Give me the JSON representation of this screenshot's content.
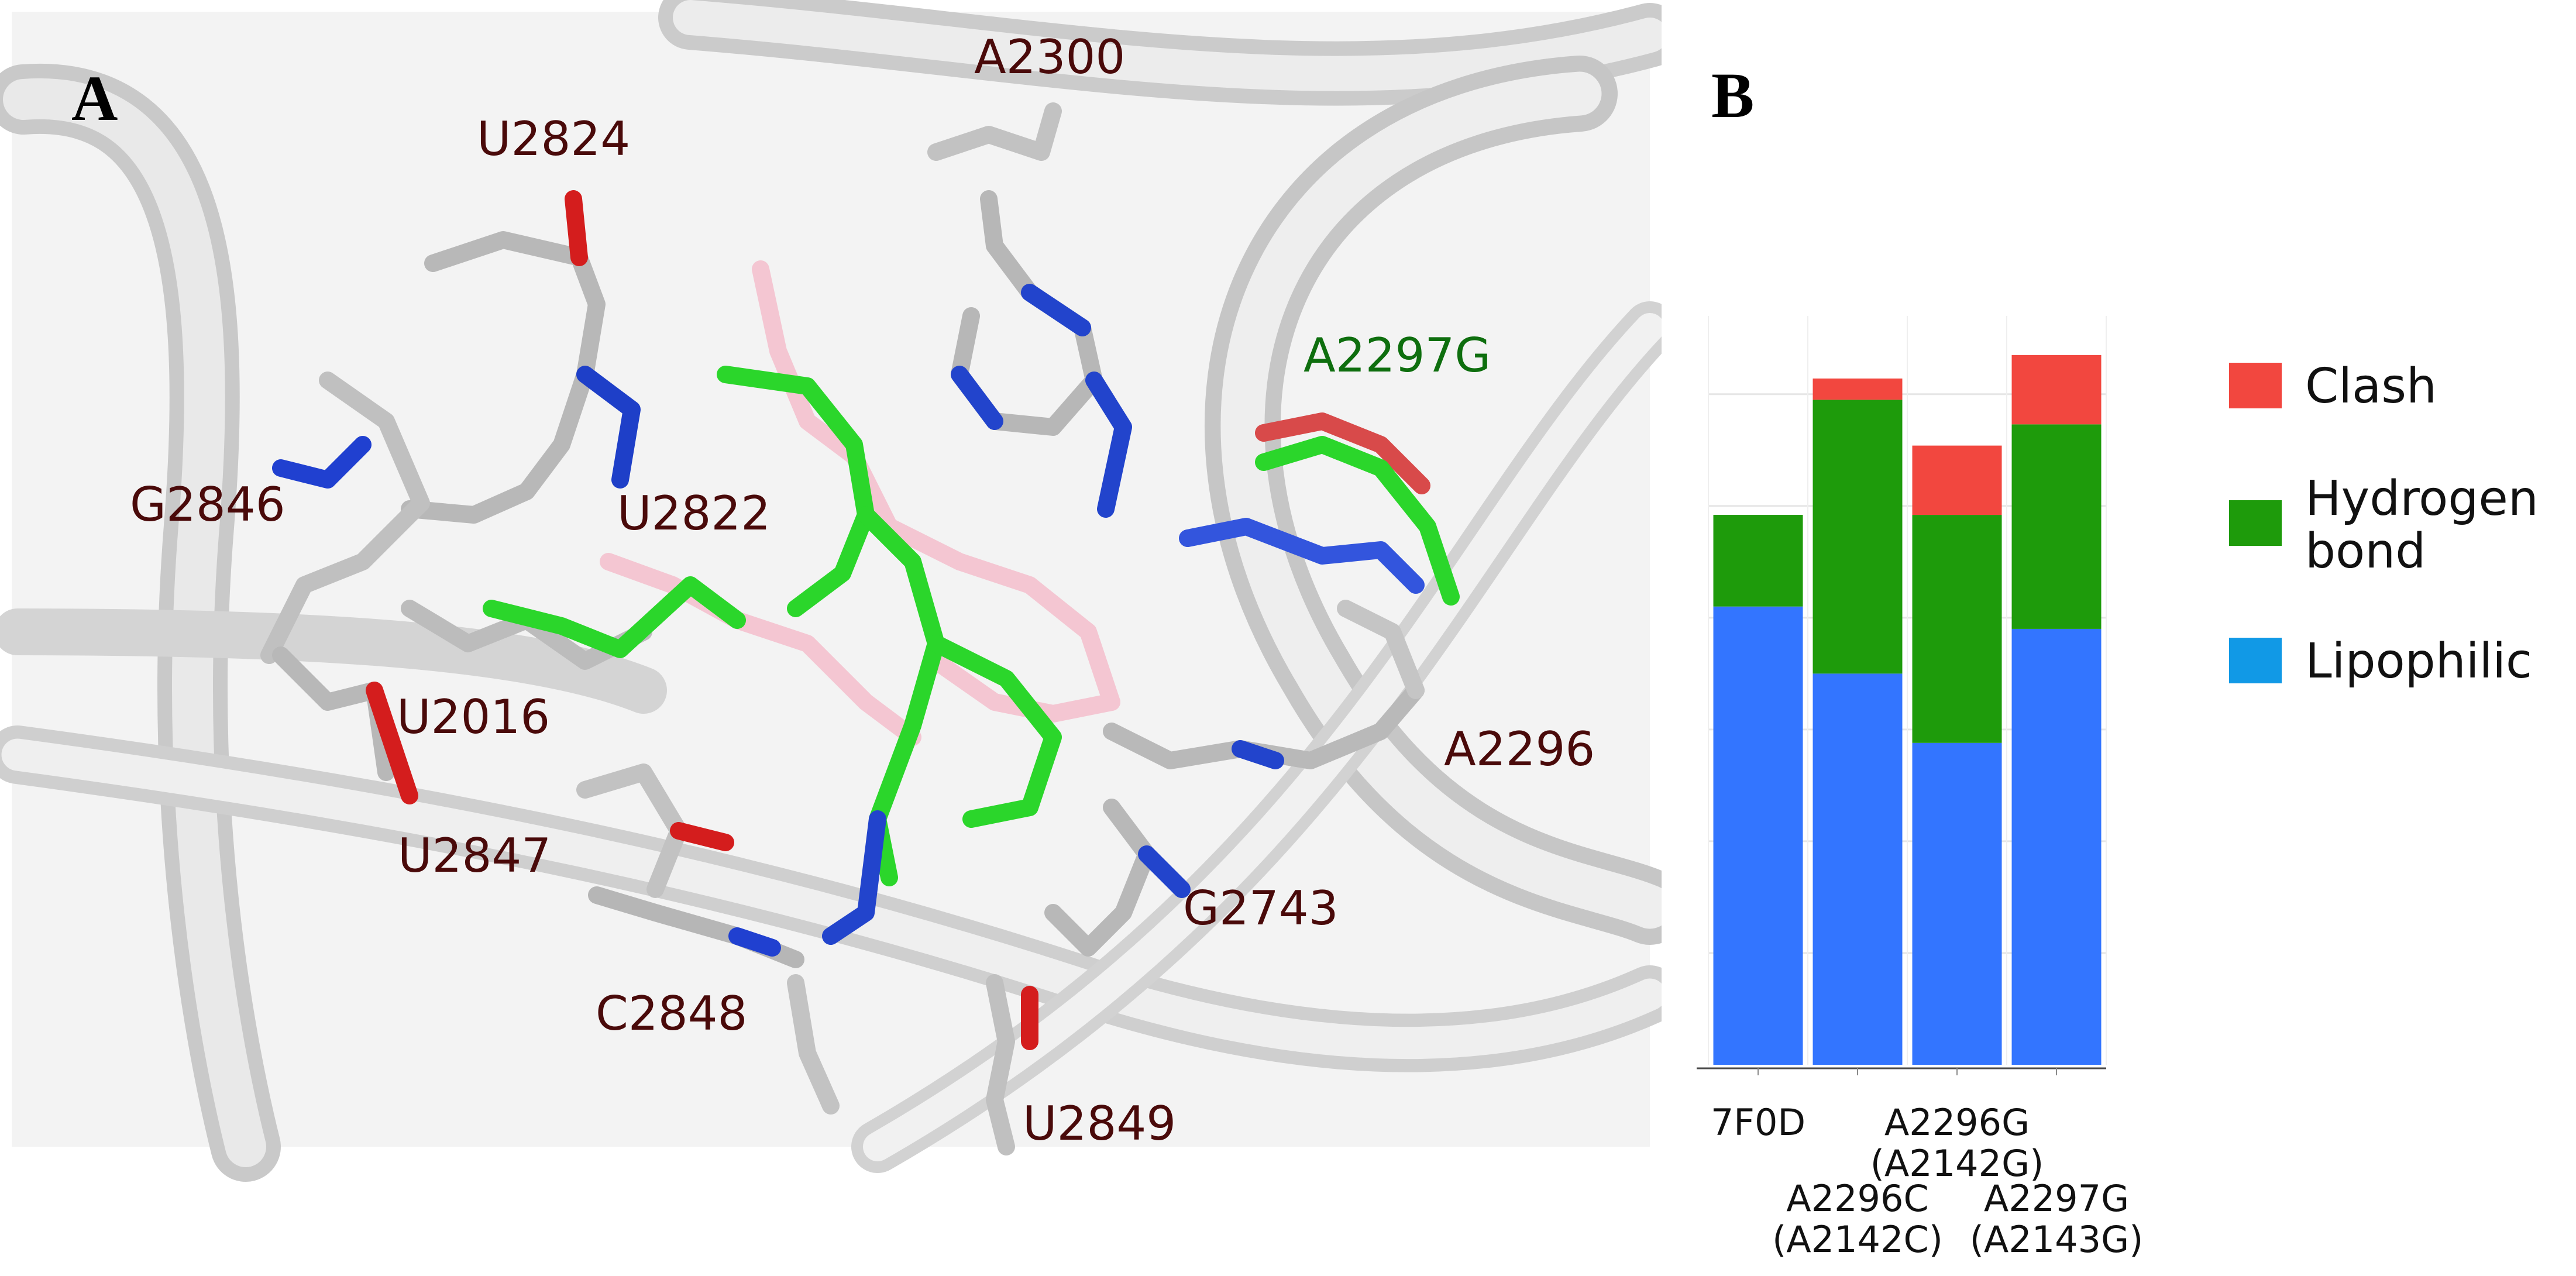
{
  "panel_a": {
    "letter": "A",
    "residues": [
      "A2300",
      "U2824",
      "A2297G",
      "G2846",
      "U2822",
      "U2016",
      "A2296",
      "U2847",
      "G2743",
      "C2848",
      "U2849"
    ]
  },
  "panel_b": {
    "letter": "B"
  },
  "chart_data": {
    "type": "bar",
    "stacked": true,
    "categories": [
      [
        "7F0D"
      ],
      [
        "A2296C",
        "(A2142C)"
      ],
      [
        "A2296G",
        "(A2142G)"
      ],
      [
        "A2297G",
        "(A2143G)"
      ]
    ],
    "series": [
      {
        "name": "Lipophilic",
        "color": "#3375ff",
        "values": [
          4.1,
          3.5,
          2.88,
          3.9
        ]
      },
      {
        "name": "Hydrogen bond",
        "color": "#1e9b0b",
        "values": [
          0.82,
          2.45,
          2.04,
          1.83
        ]
      },
      {
        "name": "Clash",
        "color": "#f2473f",
        "values": [
          0.0,
          0.19,
          0.62,
          0.62
        ]
      }
    ],
    "legend_entries": [
      {
        "lines": [
          "Clash"
        ],
        "color": "#f2473f"
      },
      {
        "lines": [
          "Hydrogen",
          "bond"
        ],
        "color": "#1e9b0b"
      },
      {
        "lines": [
          "Lipophilic"
        ],
        "color": "#1199e6"
      }
    ],
    "ylim": [
      0,
      6.7
    ],
    "xlabel": "",
    "ylabel": "",
    "grid": true,
    "legend_position": "right"
  }
}
